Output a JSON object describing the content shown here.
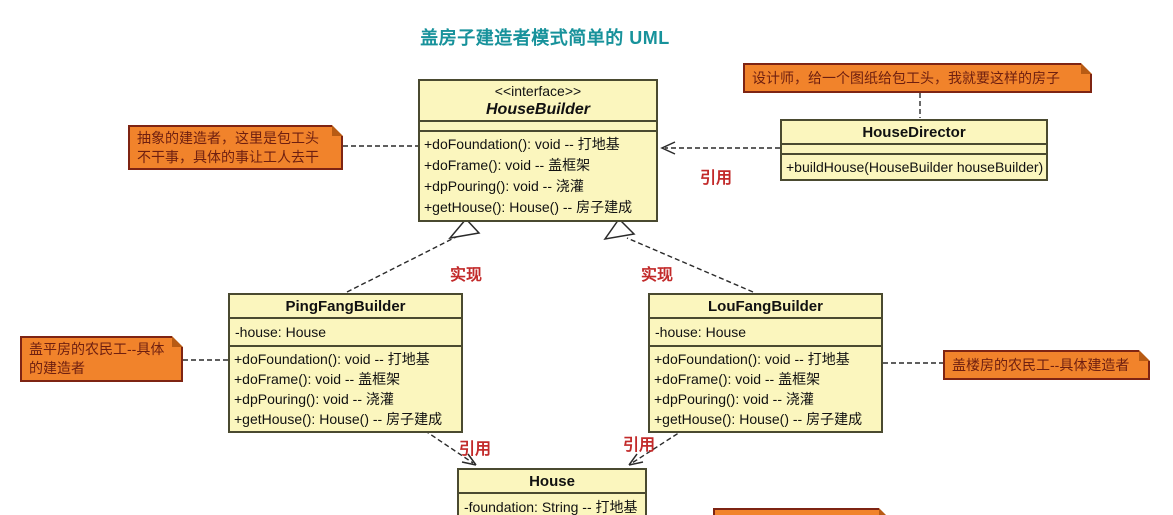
{
  "title": {
    "text": "盖房子建造者模式简单的 UML"
  },
  "classes": {
    "houseBuilder": {
      "stereotype": "<<interface>>",
      "name": "HouseBuilder",
      "methods": [
        "+doFoundation(): void -- 打地基",
        "+doFrame(): void -- 盖框架",
        "+dpPouring(): void -- 浇灌",
        "+getHouse(): House() -- 房子建成"
      ]
    },
    "houseDirector": {
      "name": "HouseDirector",
      "methods": [
        "+buildHouse(HouseBuilder houseBuilder)"
      ]
    },
    "pingFangBuilder": {
      "name": "PingFangBuilder",
      "attributes": [
        "-house: House"
      ],
      "methods": [
        "+doFoundation(): void -- 打地基",
        "+doFrame(): void -- 盖框架",
        "+dpPouring(): void -- 浇灌",
        "+getHouse(): House() -- 房子建成"
      ]
    },
    "louFangBuilder": {
      "name": "LouFangBuilder",
      "attributes": [
        "-house: House"
      ],
      "methods": [
        "+doFoundation(): void -- 打地基",
        "+doFrame(): void -- 盖框架",
        "+dpPouring(): void -- 浇灌",
        "+getHouse(): House() -- 房子建成"
      ]
    },
    "house": {
      "name": "House",
      "attributes": [
        "-foundation: String -- 打地基"
      ]
    }
  },
  "notes": {
    "director": "设计师，给一个图纸给包工头，我就要这样的房子",
    "abstract_builder": [
      "抽象的建造者，这里是包工头",
      "不干事，具体的事让工人去干"
    ],
    "pingfang": [
      "盖平房的农民工--具体",
      "的建造者"
    ],
    "loufang": "盖楼房的农民工--具体建造者"
  },
  "relation_labels": {
    "realize_left": "实现",
    "realize_right": "实现",
    "ref_top": "引用",
    "ref_bottom_left": "引用",
    "ref_bottom_right": "引用"
  },
  "colors": {
    "class_fill": "#FBF6BE",
    "class_border": "#4A4A30",
    "note_fill": "#F1832B",
    "note_border": "#7E2413",
    "note_text": "#6E1F10",
    "relation_label_red": "#C22A2A",
    "title_teal": "#17929B"
  }
}
